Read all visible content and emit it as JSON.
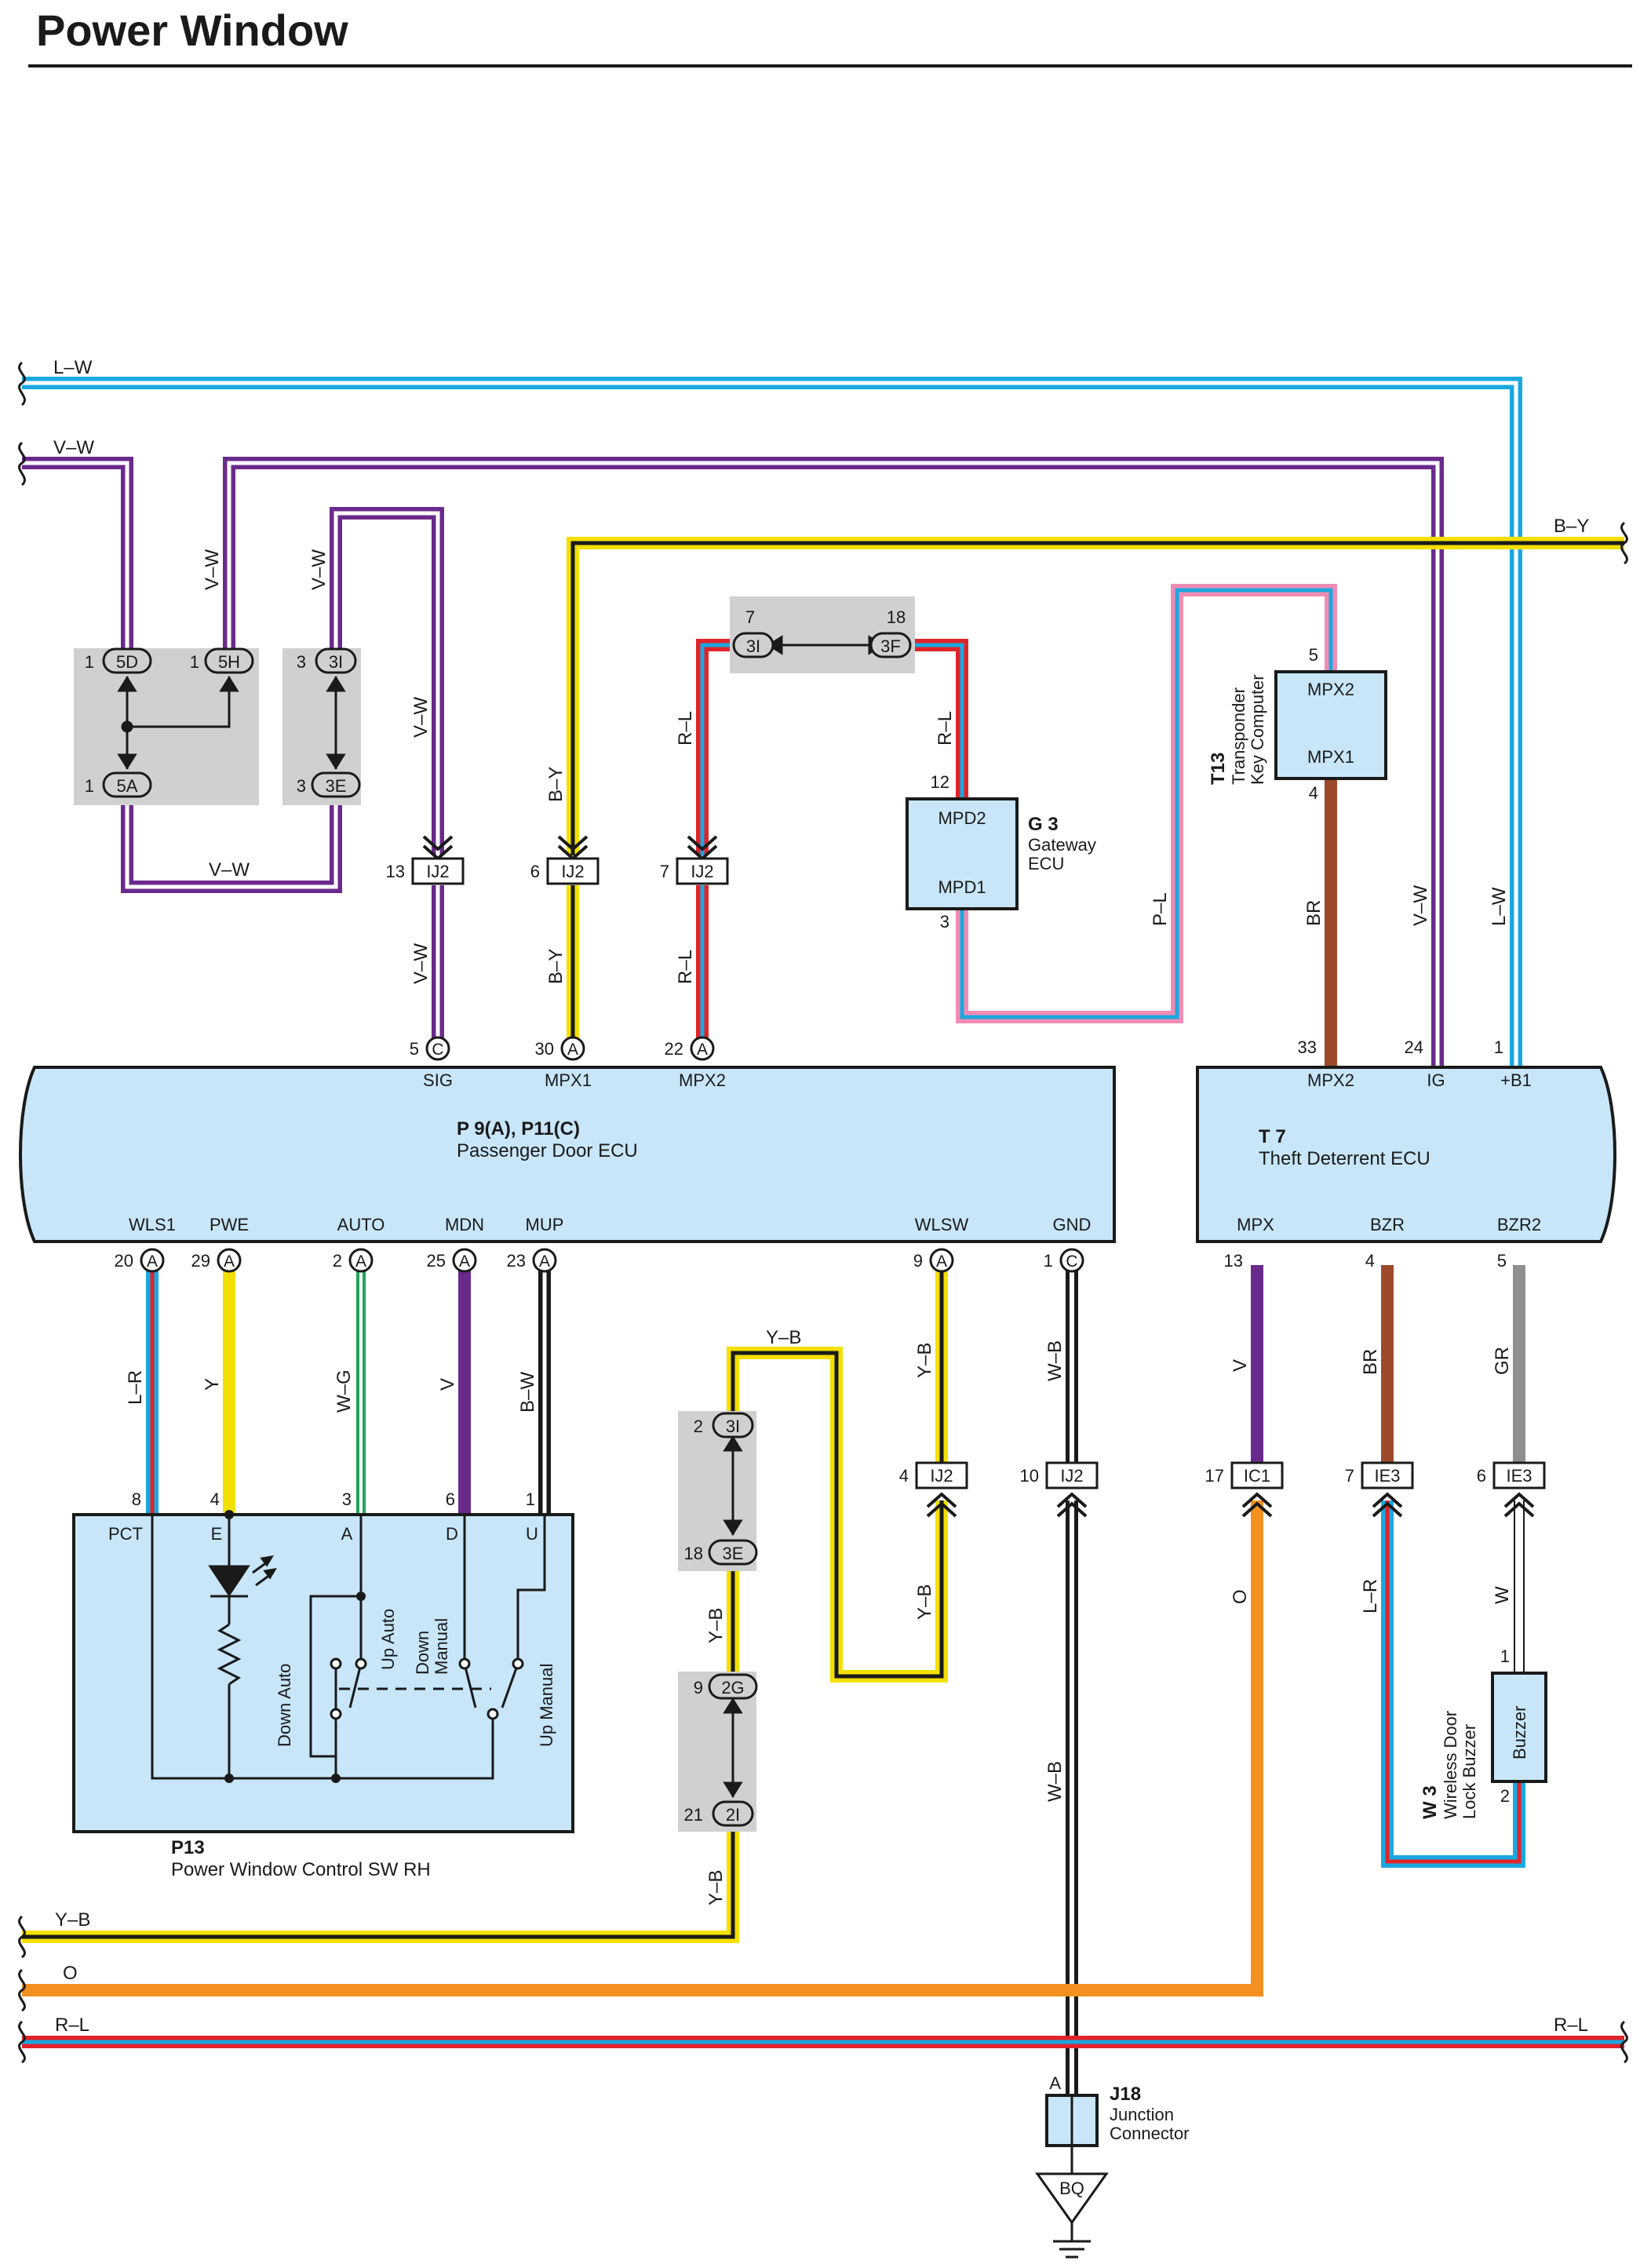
{
  "title": "Power Window",
  "colors": {
    "L": "#1aa8e0",
    "V": "#6a2a8c",
    "Y": "#f4e000",
    "R": "#e0242a",
    "P": "#f08cb4",
    "BR": "#9c4a2c",
    "GR": "#8f8f8f",
    "G": "#21a35a",
    "O": "#f39020",
    "B": "#1a1a1a",
    "W": "#ffffff",
    "ecu_fill": "#c8e6f8",
    "splice_fill": "#d0d0d0"
  },
  "wire_labels": {
    "lw_top": "L–W",
    "vw_top": "V–W",
    "by_top": "B–Y",
    "vw_a": "V–W",
    "vw_b": "V–W",
    "vw_bottom": "V–W",
    "vw_c": "V–W",
    "vw_d": "V–W",
    "by_a": "B–Y",
    "by_b": "B–Y",
    "rl_a": "R–L",
    "rl_b": "R–L",
    "rl_c": "R–L",
    "pl": "P–L",
    "br_t13": "BR",
    "vw_t7": "V–W",
    "lw_t7": "L–W",
    "lr_wls": "L–R",
    "y_pwe": "Y",
    "wg_auto": "W–G",
    "v_mdn": "V",
    "bw_mup": "B–W",
    "yb_top": "Y–B",
    "yb_a": "Y–B",
    "yb_b": "Y–B",
    "yb_c": "Y–B",
    "yb_d": "Y–B",
    "wb_a": "W–B",
    "wb_b": "W–B",
    "v_mpx": "V",
    "br_bzr": "BR",
    "gr_bzr2": "GR",
    "o_ic1": "O",
    "lr_ie3": "L–R",
    "w_ie3": "W",
    "yb_bottom": "Y–B",
    "o_bottom": "O",
    "rl_bottom_l": "R–L",
    "rl_bottom_r": "R–L"
  },
  "splices": [
    {
      "pin": "1",
      "code": "5D"
    },
    {
      "pin": "1",
      "code": "5H"
    },
    {
      "pin": "1",
      "code": "5A"
    },
    {
      "pin": "3",
      "code": "3I"
    },
    {
      "pin": "3",
      "code": "3E"
    },
    {
      "pin": "7",
      "code": "3I"
    },
    {
      "pin": "18",
      "code": "3F"
    },
    {
      "pin": "2",
      "code": "3I"
    },
    {
      "pin": "18",
      "code": "3E"
    },
    {
      "pin": "9",
      "code": "2G"
    },
    {
      "pin": "21",
      "code": "2I"
    }
  ],
  "ij2": [
    {
      "pin": "13",
      "code": "IJ2"
    },
    {
      "pin": "6",
      "code": "IJ2"
    },
    {
      "pin": "7",
      "code": "IJ2"
    }
  ],
  "lower_connectors": [
    {
      "pin": "4",
      "code": "IJ2"
    },
    {
      "pin": "10",
      "code": "IJ2"
    },
    {
      "pin": "17",
      "code": "IC1"
    },
    {
      "pin": "7",
      "code": "IE3"
    },
    {
      "pin": "6",
      "code": "IE3"
    }
  ],
  "gateway": {
    "id": "G 3",
    "name1": "Gateway",
    "name2": "ECU",
    "pin_top_label": "MPD2",
    "pin_top_num": "12",
    "pin_bot_label": "MPD1",
    "pin_bot_num": "3"
  },
  "transponder": {
    "id": "T13",
    "name1": "Transponder",
    "name2": "Key Computer",
    "pin_top_label": "MPX2",
    "pin_top_num": "5",
    "pin_bot_label": "MPX1",
    "pin_bot_num": "4"
  },
  "passenger_ecu": {
    "id": "P 9(A), P11(C)",
    "name": "Passenger Door ECU",
    "top_pins": [
      {
        "num": "5",
        "conn": "C",
        "label": "SIG"
      },
      {
        "num": "30",
        "conn": "A",
        "label": "MPX1"
      },
      {
        "num": "22",
        "conn": "A",
        "label": "MPX2"
      }
    ],
    "bottom_pins": [
      {
        "num": "20",
        "conn": "A",
        "label": "WLS1"
      },
      {
        "num": "29",
        "conn": "A",
        "label": "PWE"
      },
      {
        "num": "2",
        "conn": "A",
        "label": "AUTO"
      },
      {
        "num": "25",
        "conn": "A",
        "label": "MDN"
      },
      {
        "num": "23",
        "conn": "A",
        "label": "MUP"
      },
      {
        "num": "9",
        "conn": "A",
        "label": "WLSW"
      },
      {
        "num": "1",
        "conn": "C",
        "label": "GND"
      }
    ]
  },
  "theft_ecu": {
    "id": "T 7",
    "name": "Theft Deterrent ECU",
    "top_pins": [
      {
        "num": "33",
        "label": "MPX2"
      },
      {
        "num": "24",
        "label": "IG"
      },
      {
        "num": "1",
        "label": "+B1"
      }
    ],
    "bottom_pins": [
      {
        "num": "13",
        "label": "MPX"
      },
      {
        "num": "4",
        "label": "BZR"
      },
      {
        "num": "5",
        "label": "BZR2"
      }
    ]
  },
  "switch": {
    "id": "P13",
    "name": "Power Window Control SW RH",
    "pins": [
      {
        "num": "8",
        "label": "PCT"
      },
      {
        "num": "4",
        "label": "E"
      },
      {
        "num": "3",
        "label": "A"
      },
      {
        "num": "6",
        "label": "D"
      },
      {
        "num": "1",
        "label": "U"
      }
    ],
    "down_auto": "Down Auto",
    "up_auto": "Up Auto",
    "down_manual_1": "Down",
    "down_manual_2": "Manual",
    "up_manual": "Up Manual"
  },
  "buzzer": {
    "id": "W 3",
    "name1": "Wireless Door",
    "name2": "Lock Buzzer",
    "label": "Buzzer",
    "pin_top": "1",
    "pin_bot": "2"
  },
  "junction": {
    "id": "J18",
    "name1": "Junction",
    "name2": "Connector",
    "pin": "A",
    "ground": "BQ"
  }
}
